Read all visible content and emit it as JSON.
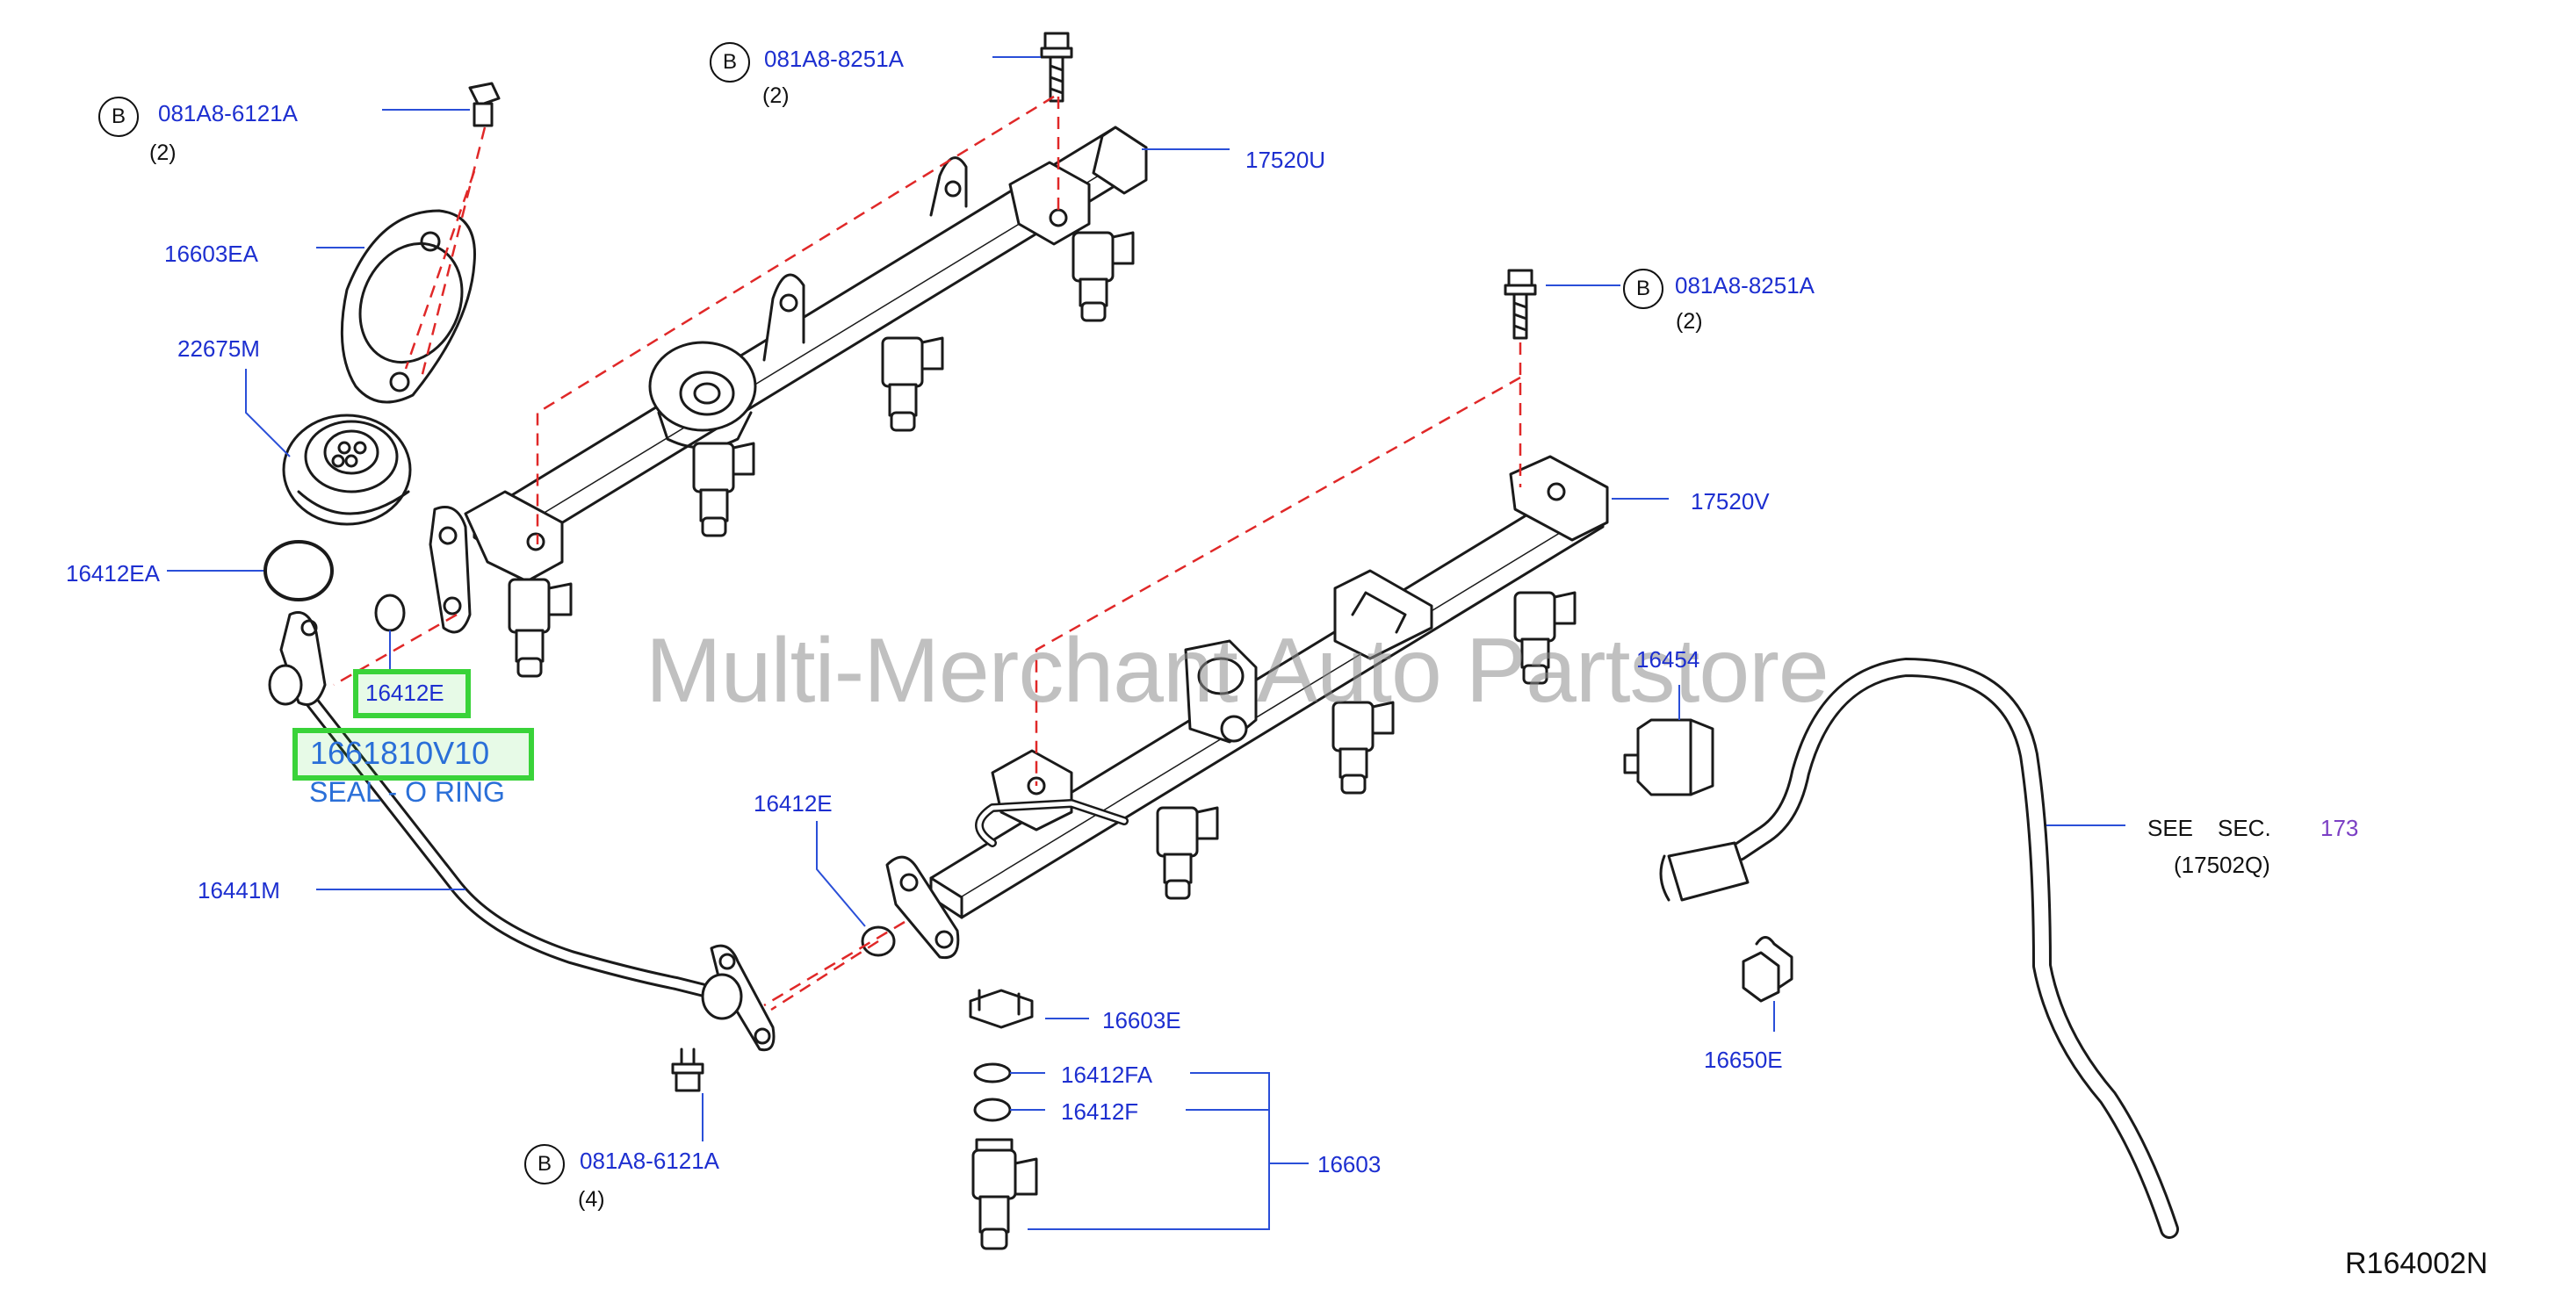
{
  "labels": {
    "bolt_top_left": "081A8-6121A",
    "bolt_top_left_qty": "(2)",
    "bolt_top_mid": "081A8-8251A",
    "bolt_top_mid_qty": "(2)",
    "bolt_right": "081A8-8251A",
    "bolt_right_qty": "(2)",
    "bolt_bottom": "081A8-6121A",
    "bolt_bottom_qty": "(4)",
    "b_marker": "B",
    "gasket": "16603EA",
    "regulator": "22675M",
    "oring_large": "16412EA",
    "oring_small_top": "16412E",
    "highlight_part_number": "1661810V10",
    "highlight_part_name": "SEAL - O RING",
    "tube": "16441M",
    "oring_mid": "16412E",
    "rail_upper": "17520U",
    "rail_lower": "17520V",
    "damper": "16454",
    "clip_injector": "16603E",
    "oring_fa": "16412FA",
    "oring_f": "16412F",
    "injector_assy": "16603",
    "hose_clip": "16650E",
    "see_sec": "SEE",
    "see_sec2": "SEC.",
    "see_sec_num": "173",
    "see_sec_part": "(17502Q)",
    "ref_code": "R164002N",
    "watermark": "Multi-Merchant Auto Partstore"
  },
  "colors": {
    "label_blue": "#1d2fd0",
    "leader_blue": "#2a4fd8",
    "dash_red": "#e02828",
    "highlight_green": "#39d339",
    "line_black": "#1a1a1a"
  }
}
